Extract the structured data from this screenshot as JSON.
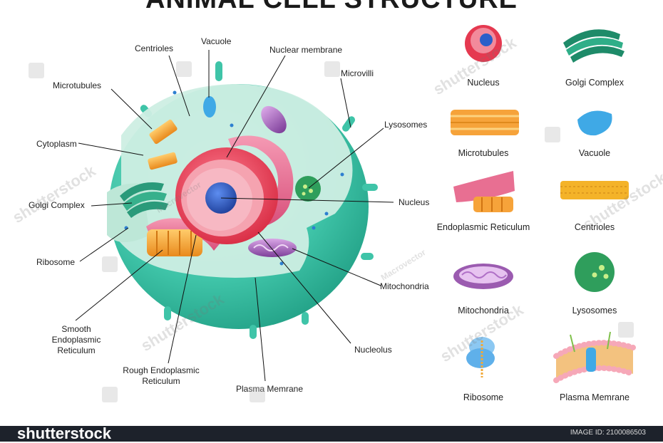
{
  "title": "ANIMAL CELL STRUCTURE",
  "diagram_labels": {
    "centrioles": "Centrioles",
    "vacuole": "Vacuole",
    "nuclear_membrane": "Nuclear membrane",
    "microvilli": "Microvilli",
    "microtubules": "Microtubules",
    "cytoplasm": "Cytoplasm",
    "lysosomes": "Lysosomes",
    "golgi_complex": "Golgi Complex",
    "nucleus": "Nucleus",
    "ribosome": "Ribosome",
    "mitochondria": "Mitochondria",
    "smooth_er": "Smooth\nEndoplasmic\nReticulum",
    "nucleolus": "Nucleolus",
    "rough_er": "Rough Endoplasmic\nReticulum",
    "plasma_membrane": "Plasma Memrane"
  },
  "gallery": [
    {
      "label": "Nucleus",
      "icon": "nucleus-icon"
    },
    {
      "label": "Golgi Complex",
      "icon": "golgi-icon"
    },
    {
      "label": "Microtubules",
      "icon": "microtubules-icon"
    },
    {
      "label": "Vacuole",
      "icon": "vacuole-icon"
    },
    {
      "label": "Endoplasmic Reticulum",
      "icon": "er-icon"
    },
    {
      "label": "Centrioles",
      "icon": "centrioles-icon"
    },
    {
      "label": "Mitochondria",
      "icon": "mitochondria-icon"
    },
    {
      "label": "Lysosomes",
      "icon": "lysosome-icon"
    },
    {
      "label": "Ribosome",
      "icon": "ribosome-icon"
    },
    {
      "label": "Plasma Memrane",
      "icon": "plasma-membrane-icon"
    }
  ],
  "watermarks": [
    "shutterstock",
    "Macrovector"
  ],
  "footer": {
    "brand": "shutterstock",
    "image_id": "IMAGE ID: 2100086503"
  },
  "colors": {
    "cell_green": "#3fc4a8",
    "cytoplasm": "#c9efe2",
    "nucleus_red": "#e53950",
    "nucleolus_blue": "#2b5fc9",
    "er_pink": "#e86f92",
    "golgi_green": "#2a9a7a",
    "microtubule_orange": "#f6a33a",
    "vacuole_blue": "#3fa9e6",
    "mitochondria_purple": "#9b5bb0",
    "footer_bg": "#1d222b"
  }
}
